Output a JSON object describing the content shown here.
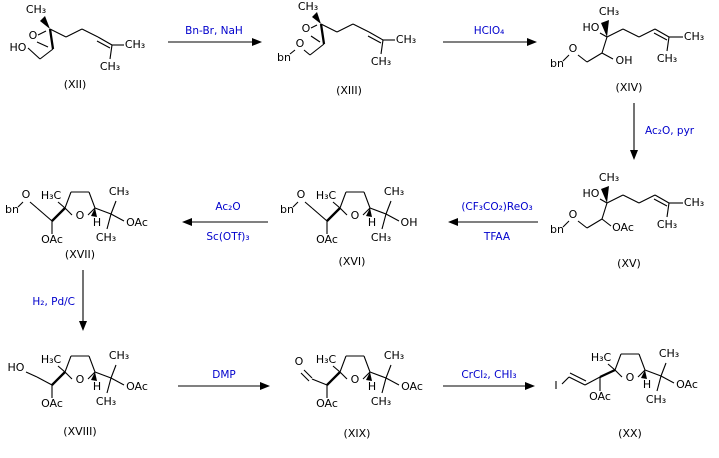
{
  "background": "#ffffff",
  "ink": "#000000",
  "reagent_color": "#0000cc",
  "steps": {
    "s1": {
      "above": "Bn-Br, NaH"
    },
    "s2": {
      "above": "HClO₄"
    },
    "s3": {
      "side": "Ac₂O, pyr"
    },
    "s4": {
      "above": "(CF₃CO₂)ReO₃",
      "below": "TFAA"
    },
    "s5": {
      "above": "Ac₂O",
      "below": "Sc(OTf)₃"
    },
    "s6": {
      "side": "H₂, Pd/C"
    },
    "s7": {
      "above": "DMP"
    },
    "s8": {
      "above": "CrCl₂, CHI₃"
    }
  },
  "compounds": {
    "xii": {
      "caption": "(XII)",
      "labels": {
        "hydroxyl": "HO",
        "epoxide_o": "O",
        "methyl_top": "CH₃",
        "methyl_right": "CH₃",
        "methyl_bottom": "CH₃"
      }
    },
    "xiii": {
      "caption": "(XIII)",
      "labels": {
        "benzyl": "bn",
        "ether_o": "O",
        "epoxide_o": "O",
        "methyl_top": "CH₃",
        "methyl_right": "CH₃",
        "methyl_bottom": "CH₃"
      }
    },
    "xiv": {
      "caption": "(XIV)",
      "labels": {
        "benzyl": "bn",
        "ether_o": "O",
        "hydroxyl": "HO",
        "methyl_top": "CH₃",
        "hydroxyl_2": "OH",
        "methyl_right": "CH₃",
        "methyl_bottom": "CH₃"
      }
    },
    "xv": {
      "caption": "(XV)",
      "labels": {
        "benzyl": "bn",
        "ether_o": "O",
        "hydroxyl": "HO",
        "methyl_top": "CH₃",
        "acetate": "OAc",
        "methyl_right": "CH₃",
        "methyl_bottom": "CH₃"
      }
    },
    "xvi": {
      "caption": "(XVI)",
      "labels": {
        "benzyl": "bn",
        "ether_o": "O",
        "ring_methyl": "H₃C",
        "ring_o": "O",
        "acetate_left": "OAc",
        "ring_h": "H",
        "methyl_top": "CH₃",
        "hydroxyl": "OH",
        "methyl_bottom": "CH₃"
      }
    },
    "xvii": {
      "caption": "(XVII)",
      "labels": {
        "benzyl": "bn",
        "ether_o": "O",
        "ring_methyl": "H₃C",
        "ring_o": "O",
        "acetate_left": "OAc",
        "ring_h": "H",
        "methyl_top": "CH₃",
        "acetate_right": "OAc",
        "methyl_bottom": "CH₃"
      }
    },
    "xviii": {
      "caption": "(XVIII)",
      "labels": {
        "hydroxyl": "HO",
        "ring_methyl": "H₃C",
        "ring_o": "O",
        "acetate_left": "OAc",
        "ring_h": "H",
        "methyl_top": "CH₃",
        "acetate_right": "OAc",
        "methyl_bottom": "CH₃"
      }
    },
    "xix": {
      "caption": "(XIX)",
      "labels": {
        "aldehyde_o": "O",
        "ring_methyl": "H₃C",
        "ring_o": "O",
        "acetate_left": "OAc",
        "ring_h": "H",
        "methyl_top": "CH₃",
        "acetate_right": "OAc",
        "methyl_bottom": "CH₃"
      }
    },
    "xx": {
      "caption": "(XX)",
      "labels": {
        "iodide": "I",
        "ring_methyl": "H₃C",
        "ring_o": "O",
        "acetate_left": "OAc",
        "ring_h": "H",
        "methyl_top": "CH₃",
        "acetate_right": "OAc",
        "methyl_bottom": "CH₃"
      }
    }
  }
}
